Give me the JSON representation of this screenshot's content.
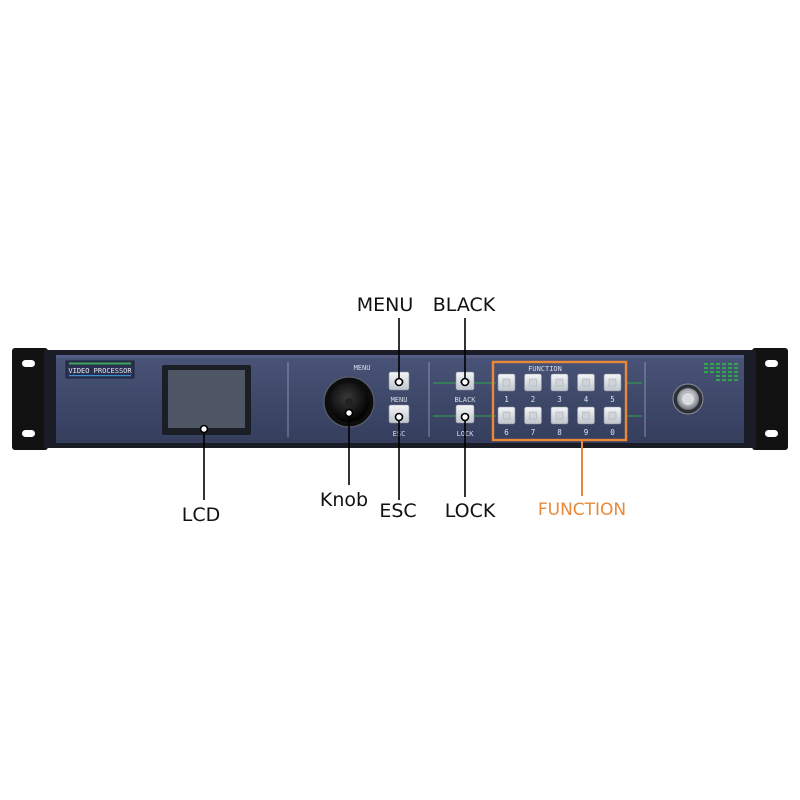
{
  "device": {
    "brand_label": "VIDEO PROCESSOR",
    "knob_caption": "MENU",
    "menu_key_caption": "MENU",
    "esc_key_caption": "ESC",
    "black_key_caption": "BLACK",
    "lock_key_caption": "LOCK",
    "function_caption": "FUNCTION",
    "function_keys_row1": [
      "1",
      "2",
      "3",
      "4",
      "5"
    ],
    "function_keys_row2": [
      "6",
      "7",
      "8",
      "9",
      "0"
    ],
    "menu_keycap": "MENU",
    "esc_keycap": "ESC",
    "black_keycap": "BLACK",
    "lock_keycap": "LOCK"
  },
  "callouts": {
    "lcd": "LCD",
    "knob": "Knob",
    "menu": "MENU",
    "esc": "ESC",
    "black": "BLACK",
    "lock": "LOCK",
    "function": "FUNCTION"
  },
  "colors": {
    "panel": "#3e4869",
    "rack_ear": "#111111",
    "lcd_screen": "#4f5766",
    "function_box": "#e8893a",
    "green_line": "#2fa84a",
    "callout_text": "#111111",
    "function_callout_text": "#e8893a"
  }
}
